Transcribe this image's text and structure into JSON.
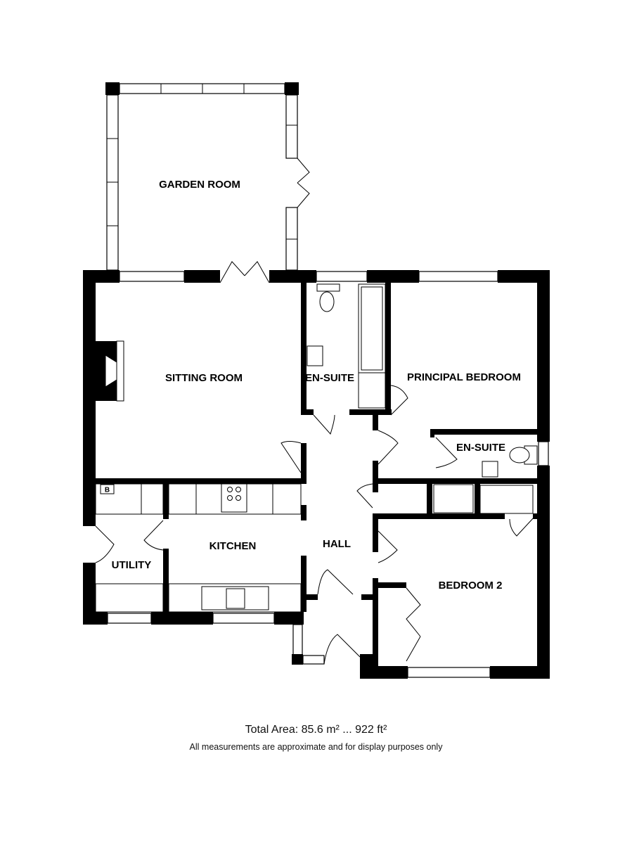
{
  "rooms": {
    "garden_room": "GARDEN ROOM",
    "sitting_room": "SITTING ROOM",
    "en_suite_1": "EN-SUITE",
    "principal_bedroom": "PRINCIPAL BEDROOM",
    "en_suite_2": "EN-SUITE",
    "kitchen": "KITCHEN",
    "hall": "HALL",
    "utility": "UTILITY",
    "bedroom_2": "BEDROOM 2"
  },
  "boiler_label": "B",
  "footer": {
    "total_area": "Total Area: 85.6 m² ... 922 ft²",
    "disclaimer": "All measurements are approximate and for display purposes only"
  }
}
